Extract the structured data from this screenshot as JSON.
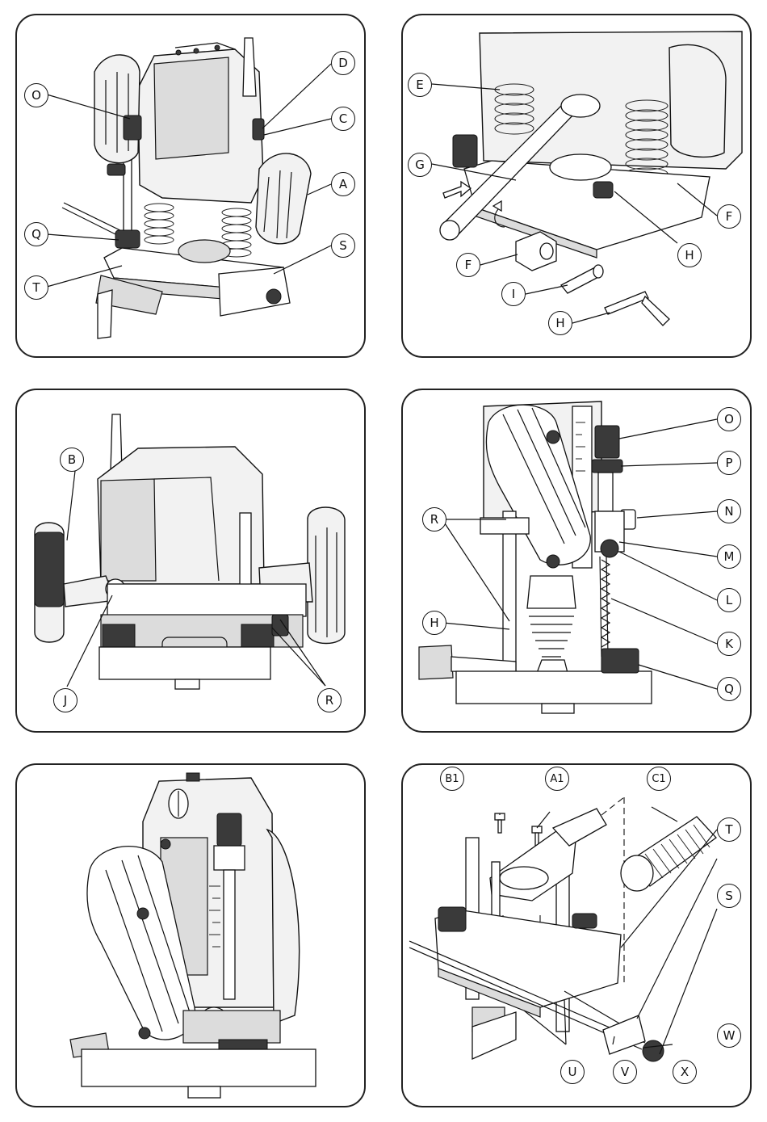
{
  "panels": [
    {
      "callouts": [
        "O",
        "D",
        "C",
        "A",
        "Q",
        "S",
        "T"
      ]
    },
    {
      "callouts": [
        "E",
        "G",
        "F",
        "F",
        "H",
        "I",
        "H"
      ]
    },
    {
      "callouts": [
        "B",
        "J",
        "R"
      ]
    },
    {
      "callouts": [
        "R",
        "H",
        "O",
        "P",
        "N",
        "M",
        "L",
        "K",
        "Q"
      ]
    },
    {
      "callouts": []
    },
    {
      "callouts": [
        "B1",
        "A1",
        "C1",
        "T",
        "S",
        "W",
        "U",
        "V",
        "X"
      ]
    }
  ]
}
